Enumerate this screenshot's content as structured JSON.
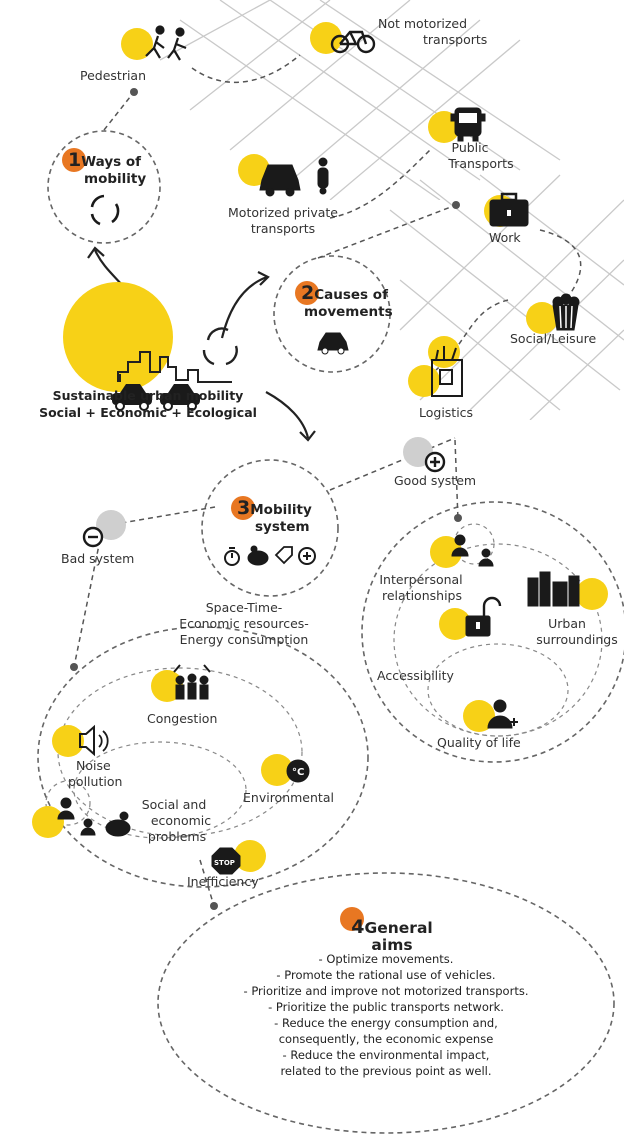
{
  "colors": {
    "accent": "#F7D117",
    "orange": "#E87722",
    "grey": "#CFCFCF",
    "ink": "#1a1a1a"
  },
  "center": {
    "line1": "Sustainable urban mobility",
    "line2": "Social + Economic + Ecological"
  },
  "sections": [
    {
      "num": "1",
      "title_a": "Ways of",
      "title_b": "mobility",
      "icon": "refresh-cycle-icon"
    },
    {
      "num": "2",
      "title_a": "Causes of",
      "title_b": "movements",
      "icon": "car-icon"
    },
    {
      "num": "3",
      "title_a": "Mobility",
      "title_b": "system",
      "icon": "timer-piggybank-tag-plus-icons"
    },
    {
      "num": "4",
      "title_a": "General",
      "title_b": "aims",
      "icon": ""
    }
  ],
  "ways": {
    "pedestrian": "Pedestrian",
    "not_motorized_1": "Not motorized",
    "not_motorized_2": "transports",
    "public_1": "Public",
    "public_2": "Transports",
    "motorized_1": "Motorized private",
    "motorized_2": "transports"
  },
  "causes": {
    "work": "Work",
    "social": "Social/Leisure",
    "logistics": "Logistics"
  },
  "system": {
    "good": "Good system",
    "bad": "Bad system",
    "resources_1": "Space-Time-",
    "resources_2": "Economic resources-",
    "resources_3": "Energy consumption"
  },
  "good_items": {
    "interpersonal_1": "Interpersonal",
    "interpersonal_2": "relationships",
    "urban_1": "Urban",
    "urban_2": "surroundings",
    "accessibility": "Accessibility",
    "quality": "Quality of life"
  },
  "bad_items": {
    "congestion": "Congestion",
    "noise_1": "Noise",
    "noise_2": "pollution",
    "environmental": "Environmental",
    "social_1": "Social and",
    "social_2": "economic",
    "social_3": "problems",
    "inefficiency": "Inefficiency"
  },
  "aims": [
    "- Optimize movements.",
    "- Promote the rational use of vehicles.",
    "- Prioritize and improve not motorized transports.",
    "- Prioritize the public transports network.",
    "- Reduce the energy consumption and,",
    "consequently, the economic expense",
    "- Reduce the environmental impact,",
    "related to the previous point as well."
  ]
}
